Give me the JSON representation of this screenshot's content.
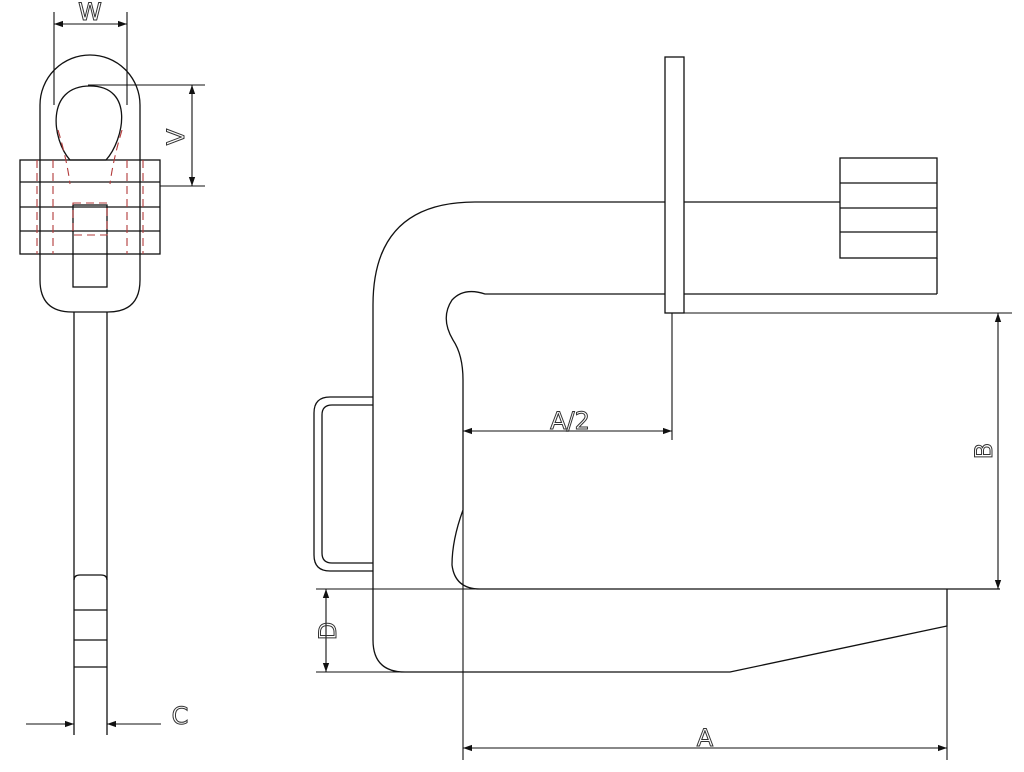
{
  "labels": {
    "w": "W",
    "v": "V",
    "c": "C",
    "a_half": "A/2",
    "b": "B",
    "d": "D",
    "a": "A"
  },
  "colors": {
    "line": "#111111",
    "hidden_line": "#b23a3a",
    "background": "#ffffff"
  }
}
